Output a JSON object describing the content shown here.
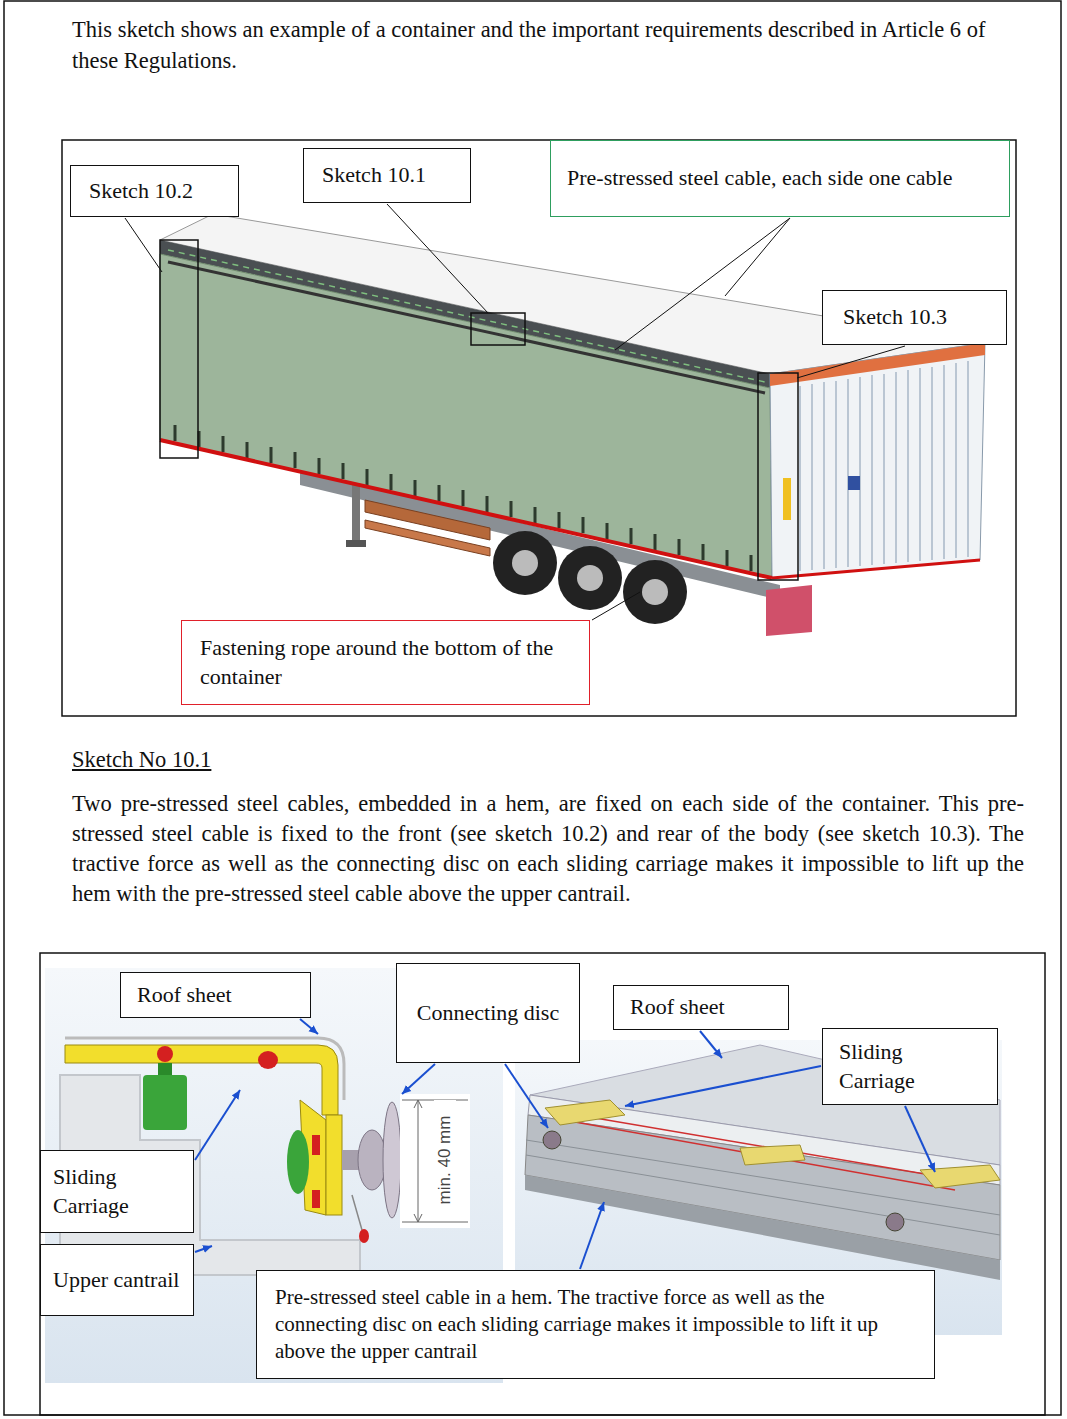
{
  "diagram": {
    "nodes": [
      {
        "text": [
          "Sketch 10.2"
        ]
      },
      {
        "text": [
          "Sketch 10.1"
        ]
      },
      {
        "text": [
          "Pre-stressed steel cable, each side one cable"
        ]
      },
      {
        "text": [
          "Sketch 10.3"
        ]
      },
      {
        "text": [
          "Fastening rope around the bottom of the container"
        ]
      },
      {
        "text": [
          "Roof sheet"
        ]
      },
      {
        "text": [
          "Connecting disc"
        ]
      },
      {
        "text": [
          "Roof sheet"
        ]
      },
      {
        "text": [
          "Sliding Carriage"
        ]
      },
      {
        "text": [
          "Sliding Carriage"
        ]
      },
      {
        "text": [
          "Upper cantrail"
        ]
      },
      {
        "text": [
          "Pre-stressed steel cable in a hem. The tractive force as well as the connecting disc on each sliding carriage makes it impossible to lift it up above the upper cantrail"
        ]
      }
    ],
    "labels": [
      "This sketch shows an example of a container and the important requirements described in Article 6 of these Regulations.",
      "Sketch No 10.1",
      "Two pre-stressed steel cables, embedded in a hem, are fixed on each side of the container. This pre-stressed steel cable is fixed to the front (see sketch 10.2) and rear of the body (see sketch 10.3). The tractive force as well as the connecting disc on each sliding carriage makes it impossible to lift up the hem with the pre-stressed steel cable above the upper cantrail.",
      "min. 40 mm"
    ]
  }
}
